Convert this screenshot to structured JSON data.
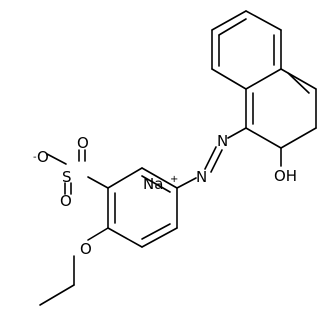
{
  "molecule": {
    "atoms": {
      "sodium": "Na",
      "sodium_charge": "+",
      "sulfonate_oxygen": "O",
      "sulfonate_charge": "-",
      "sulfonate_o_top": "O",
      "sulfonate_sulfur": "S",
      "sulfonate_o_bottom": "O",
      "azo_n1": "N",
      "azo_n2": "N",
      "hydroxyl": "OH",
      "ethoxy_oxygen": "O"
    }
  }
}
